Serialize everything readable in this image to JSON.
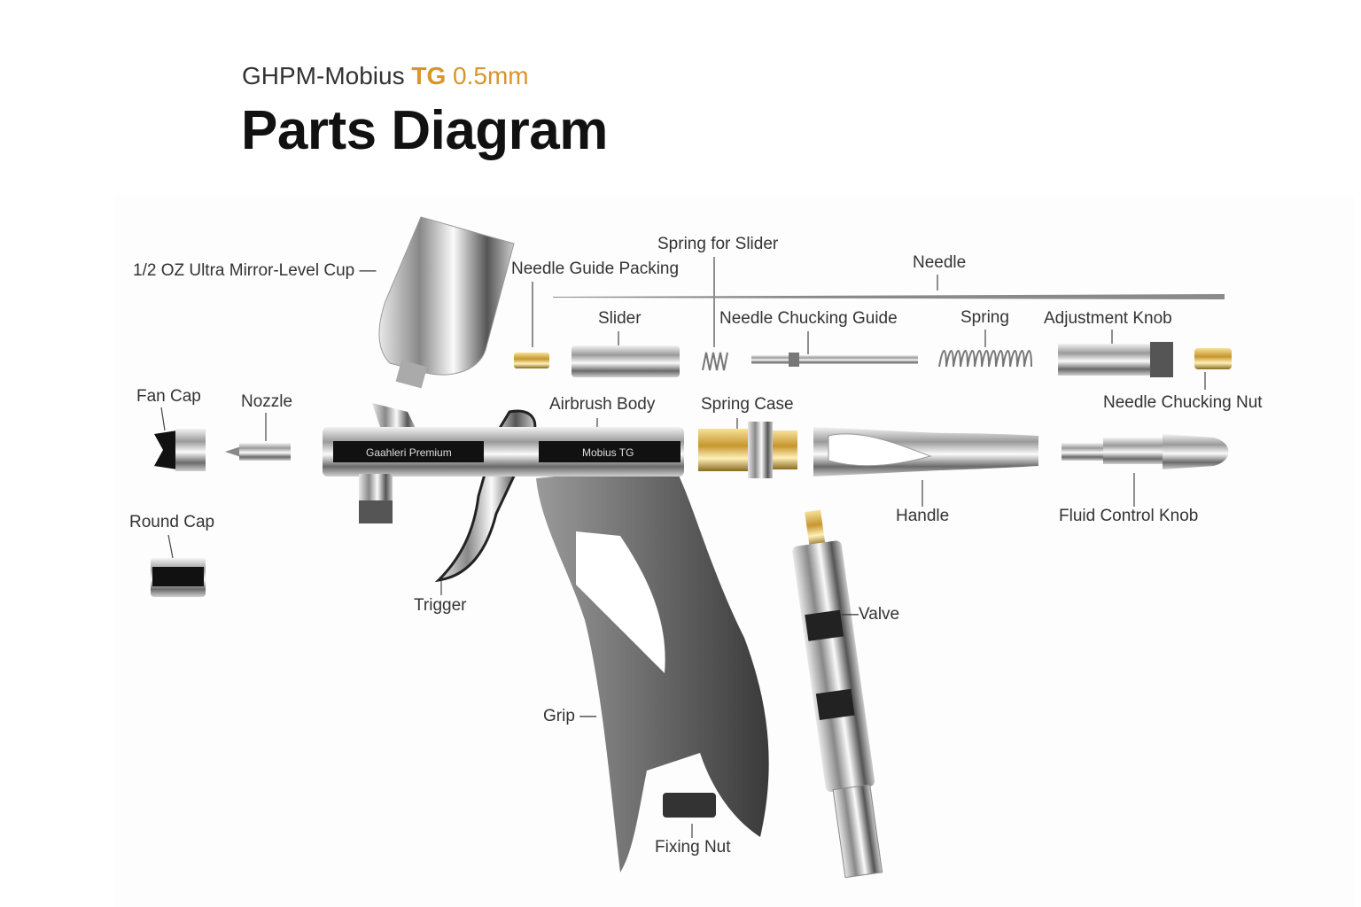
{
  "header": {
    "model": "GHPM-Mobius",
    "variant": "TG",
    "size": "0.5mm",
    "title": "Parts Diagram"
  },
  "colors": {
    "accent": "#d9952a",
    "text": "#333333",
    "title": "#111111"
  },
  "body_print": {
    "left": "Gaahleri Premium",
    "right": "Mobius  TG"
  },
  "labels": {
    "cup": "1/2 OZ Ultra Mirror-Level Cup —",
    "needle_guide_packing": "Needle Guide Packing",
    "spring_for_slider": "Spring for Slider",
    "needle": "Needle",
    "slider": "Slider",
    "needle_chucking_guide": "Needle Chucking Guide",
    "spring": "Spring",
    "adjustment_knob": "Adjustment Knob",
    "fan_cap": "Fan Cap",
    "nozzle": "Nozzle",
    "airbrush_body": "Airbrush Body",
    "spring_case": "Spring Case",
    "needle_chucking_nut": "Needle Chucking Nut",
    "round_cap": "Round Cap",
    "handle": "Handle",
    "fluid_control_knob": "Fluid Control Knob",
    "trigger": "Trigger",
    "valve": "—Valve",
    "grip": "Grip —",
    "fixing_nut": "Fixing Nut"
  }
}
